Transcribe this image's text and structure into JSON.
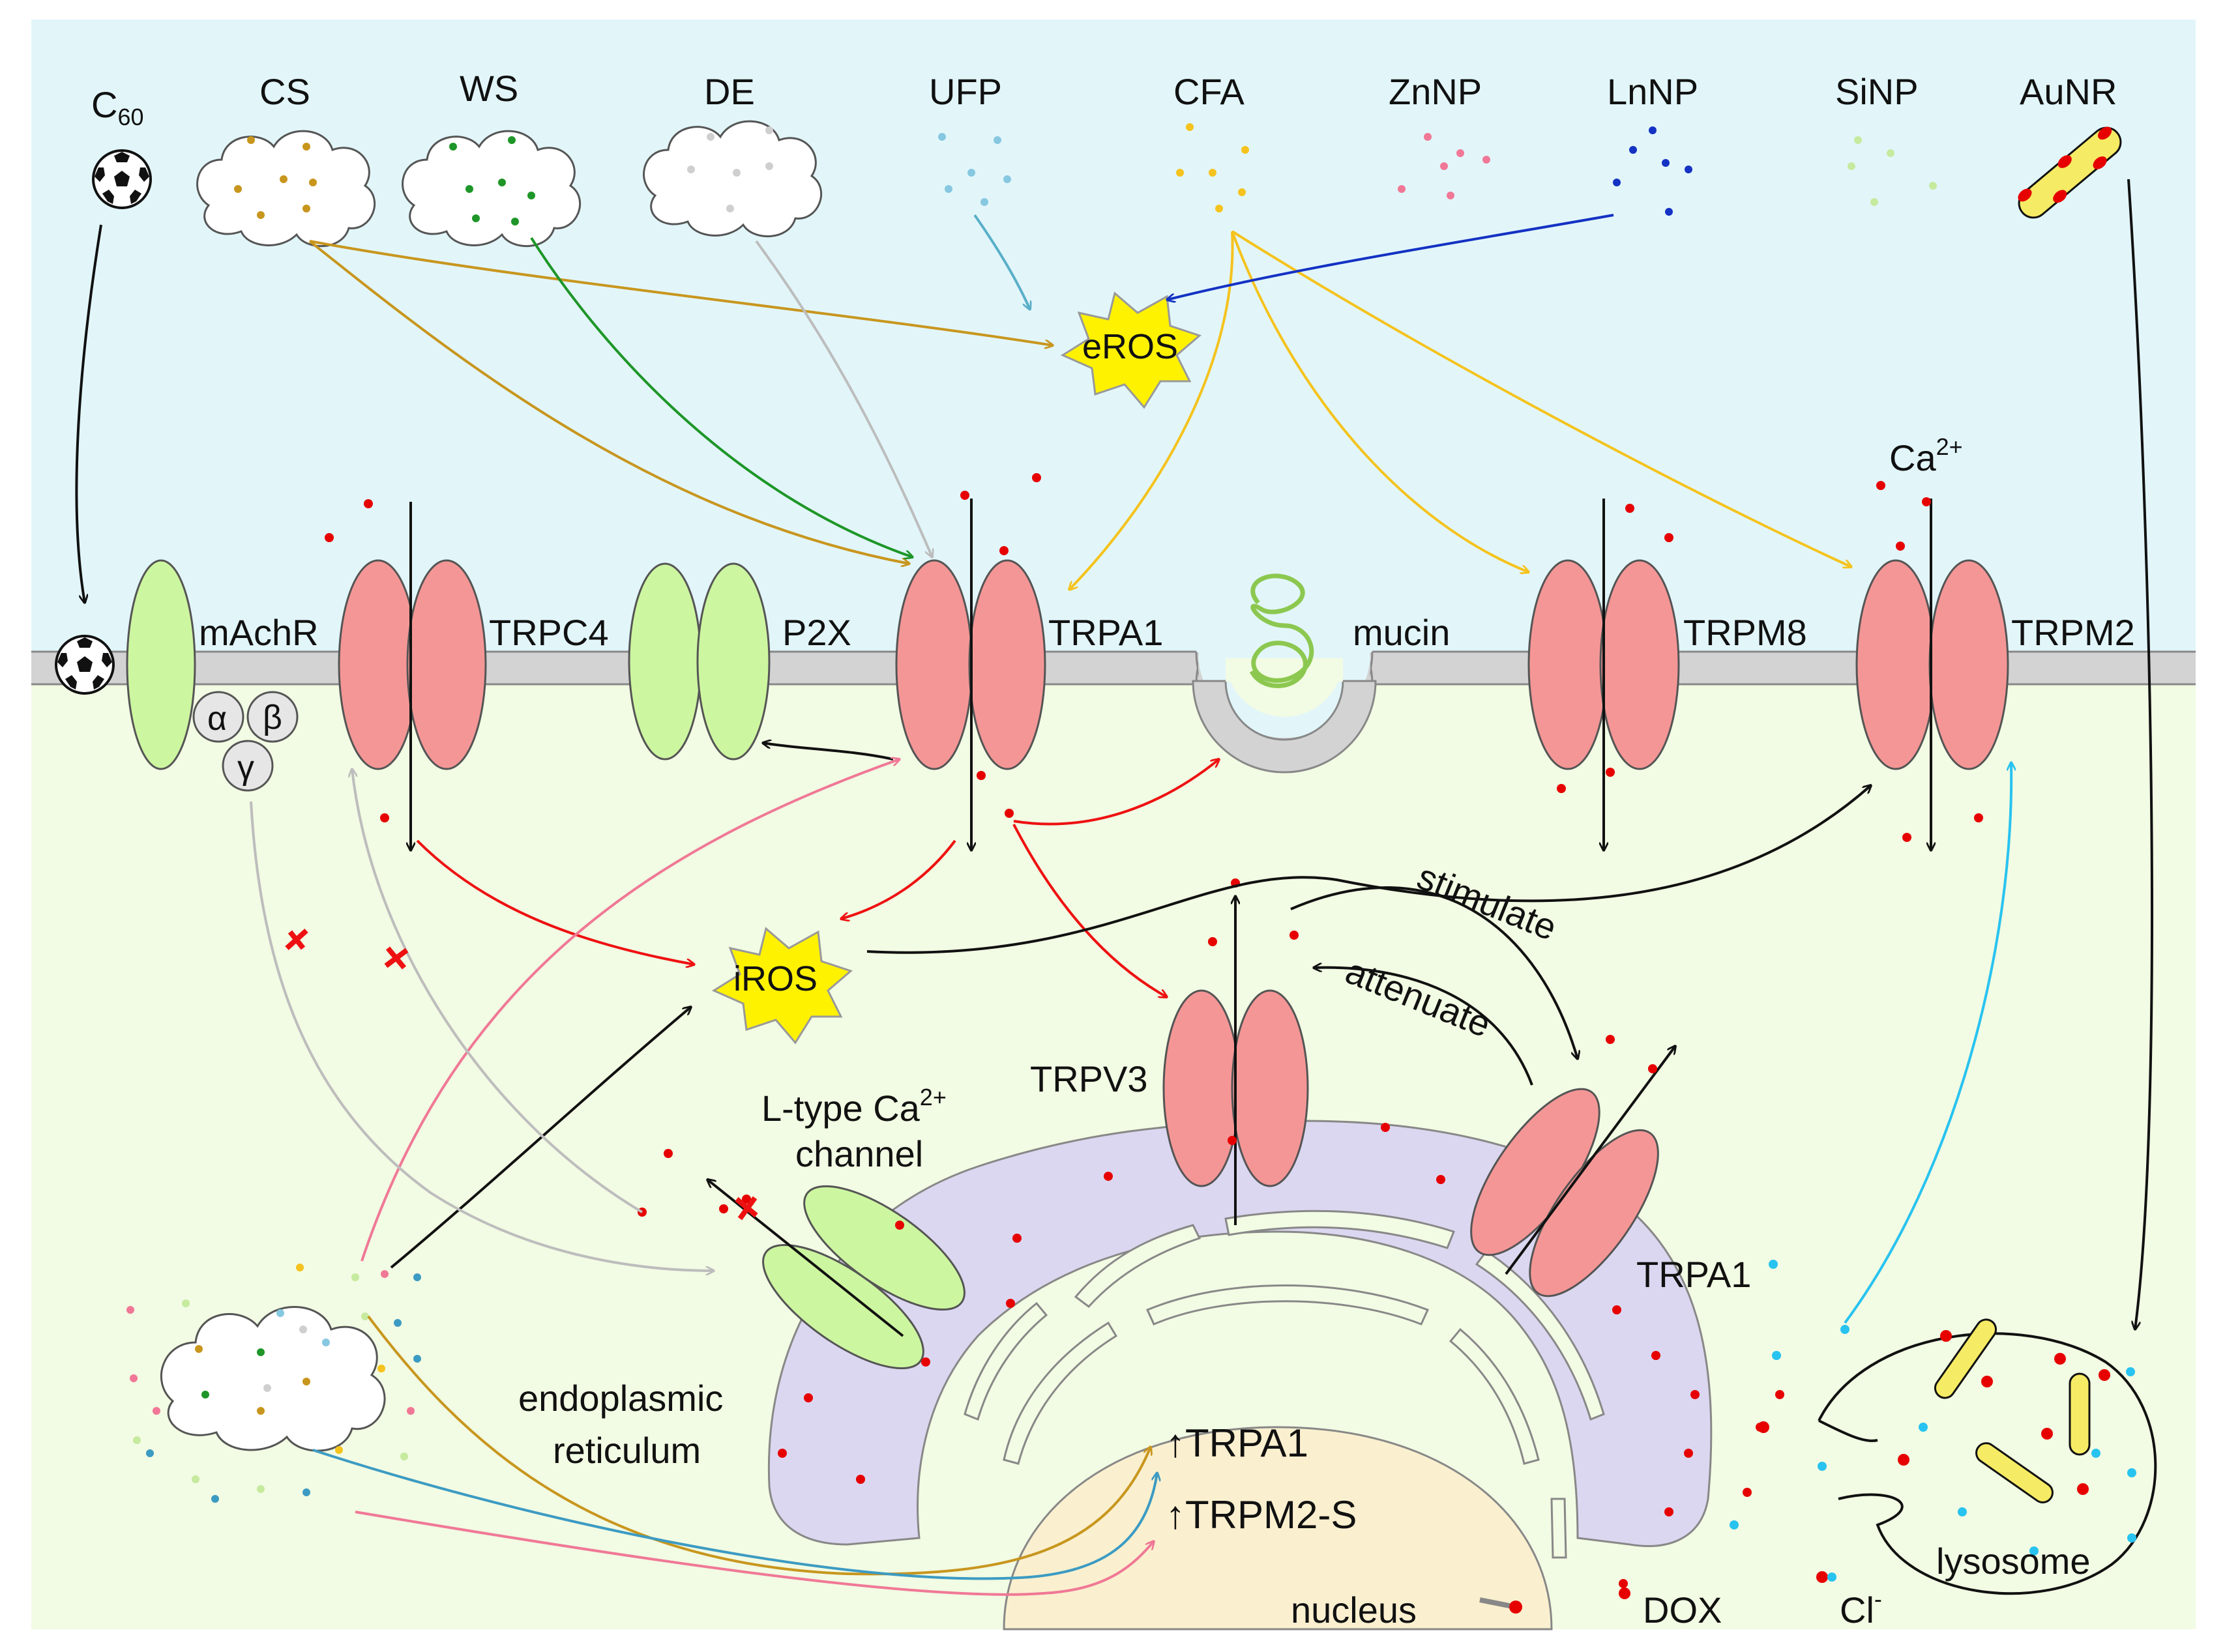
{
  "labels": {
    "c60": "C",
    "c60_sub": "60",
    "cs": "CS",
    "ws": "WS",
    "de": "DE",
    "ufp": "UFP",
    "cfa": "CFA",
    "znnp": "ZnNP",
    "lnnp": "LnNP",
    "sinp": "SiNP",
    "aunr": "AuNR",
    "eros": "eROS",
    "iros": "iROS",
    "ca": "Ca",
    "ca_sup": "2+",
    "machr": "mAchR",
    "alpha": "α",
    "beta": "β",
    "gamma": "γ",
    "trpc4": "TRPC4",
    "p2x": "P2X",
    "trpa1_membrane": "TRPA1",
    "mucin": "mucin",
    "trpm8": "TRPM8",
    "trpm2": "TRPM2",
    "stimulate": "stimulate",
    "attenuate": "attenuate",
    "trpv3": "TRPV3",
    "ltype_line1": "L-type Ca",
    "ltype_sup": "2+",
    "ltype_line2": "channel",
    "er_line1": "endoplasmic",
    "er_line2": "reticulum",
    "trpa1_er": "TRPA1",
    "up_trpa1": "↑TRPA1",
    "up_trpm2s": "↑TRPM2-S",
    "nucleus": "nucleus",
    "dox": "DOX",
    "cl": "Cl",
    "cl_sup": "-",
    "lysosome": "lysosome"
  },
  "colors": {
    "outside_bg": "#e2f6fa",
    "inside_bg": "#f2fbe3",
    "membrane": "#d3d3d3",
    "trp_channel": "#f59696",
    "green_channel": "#cdf6a0",
    "er": "#dcd7f0",
    "nucleus": "#faf0cf",
    "ros": "#fff200",
    "cs_arrow": "#c8961e",
    "ws_arrow": "#1e9628",
    "de_arrow": "#bdbdbd",
    "ufp_arrow": "#5aafc8",
    "cfa_arrow": "#f5c31e",
    "lnnp_arrow": "#1432c3",
    "ros_arrow": "#ee1111",
    "pink_arrow": "#f07896",
    "cyan_arrow": "#28c3f0",
    "calcium": "#e60000"
  }
}
